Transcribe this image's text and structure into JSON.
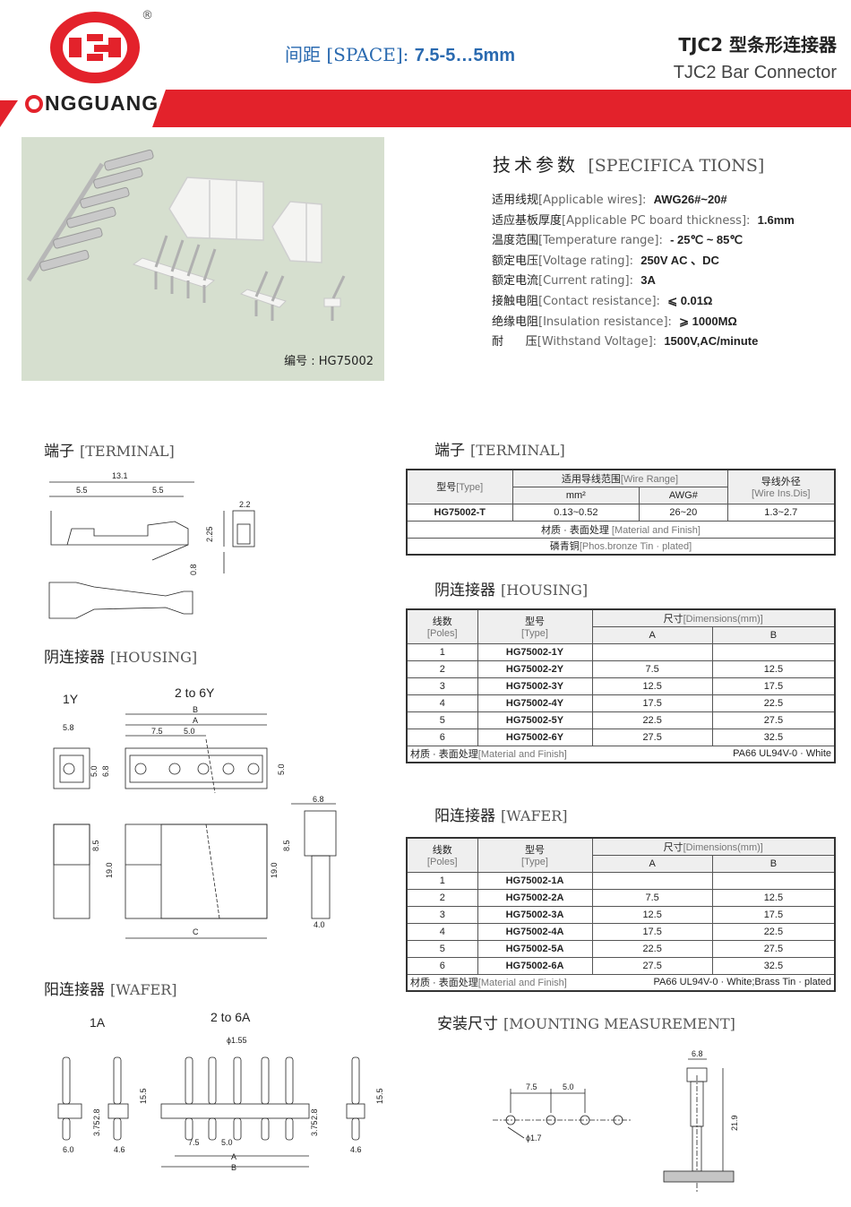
{
  "header": {
    "brand_rest": "NGGUANG",
    "reg_mark": "®",
    "spacing_prefix": "间距 [SPACE]:",
    "spacing_value": "7.5-5…5mm",
    "title_cn": "TJC2 型条形连接器",
    "title_en": "TJC2  Bar Connector",
    "brand_color": "#e3222b"
  },
  "photo": {
    "label": "编号 : HG75002"
  },
  "specs": {
    "title_cn": "技术参数",
    "title_en": "[SPECIFICA TIONS]",
    "items": [
      {
        "cn": "适用线规",
        "en": "[Applicable wires]:",
        "value": "AWG26#~20#"
      },
      {
        "cn": "适应基板厚度",
        "en": "[Applicable PC board thickness]:",
        "value": "1.6mm"
      },
      {
        "cn": "温度范围",
        "en": "[Temperature range]:",
        "value": "- 25℃ ~ 85℃"
      },
      {
        "cn": "额定电压",
        "en": "[Voltage rating]:",
        "value": "250V  AC 、DC"
      },
      {
        "cn": "额定电流",
        "en": "[Current rating]:",
        "value": "3A"
      },
      {
        "cn": "接触电阻",
        "en": "[Contact resistance]:",
        "value": "⩽ 0.01Ω"
      },
      {
        "cn": "绝缘电阻",
        "en": "[Insulation resistance]:",
        "value": "⩾ 1000MΩ"
      },
      {
        "cn": "耐      压",
        "en": "[Withstand Voltage]:",
        "value": "1500V,AC/minute"
      }
    ]
  },
  "sections": {
    "terminal_left": {
      "cn": "端子",
      "en": "[TERMINAL]"
    },
    "housing_left": {
      "cn": "阴连接器",
      "en": "[HOUSING]"
    },
    "wafer_left": {
      "cn": "阳连接器",
      "en": "[WAFER]"
    },
    "terminal_right": {
      "cn": "端子",
      "en": "[TERMINAL]"
    },
    "housing_right": {
      "cn": "阴连接器",
      "en": "[HOUSING]"
    },
    "wafer_right": {
      "cn": "阳连接器",
      "en": "[WAFER]"
    },
    "mounting": {
      "cn": "安装尺寸",
      "en": "[MOUNTING MEASUREMENT]"
    }
  },
  "terminal_table": {
    "type_cn": "型号",
    "type_en": "[Type]",
    "range_cn": "适用导线范围",
    "range_en": "[Wire Range]",
    "mm_label": "mm²",
    "awg_label": "AWG#",
    "dia_cn": "导线外径",
    "dia_en": "[Wire Ins.Dis]",
    "row": {
      "type": "HG75002-T",
      "mm": "0.13~0.52",
      "awg": "26~20",
      "dia": "1.3~2.7"
    },
    "material_cn": "材质 · 表面处理",
    "material_en": "[Material and Finish]",
    "finish_cn": "磷青铜",
    "finish_en": "[Phos.bronze Tin · plated]"
  },
  "housing_table": {
    "poles_cn": "线数",
    "poles_en": "[Poles]",
    "type_cn": "型号",
    "type_en": "[Type]",
    "dim_cn": "尺寸",
    "dim_en": "[Dimensions(mm)]",
    "col_a": "A",
    "col_b": "B",
    "rows": [
      {
        "poles": "1",
        "type": "HG75002-1Y",
        "a": "",
        "b": ""
      },
      {
        "poles": "2",
        "type": "HG75002-2Y",
        "a": "7.5",
        "b": "12.5"
      },
      {
        "poles": "3",
        "type": "HG75002-3Y",
        "a": "12.5",
        "b": "17.5"
      },
      {
        "poles": "4",
        "type": "HG75002-4Y",
        "a": "17.5",
        "b": "22.5"
      },
      {
        "poles": "5",
        "type": "HG75002-5Y",
        "a": "22.5",
        "b": "27.5"
      },
      {
        "poles": "6",
        "type": "HG75002-6Y",
        "a": "27.5",
        "b": "32.5"
      }
    ],
    "material_cn": "材质 · 表面处理",
    "material_en": "[Material and Finish]",
    "finish": "PA66 UL94V-0 · White"
  },
  "wafer_table": {
    "poles_cn": "线数",
    "poles_en": "[Poles]",
    "type_cn": "型号",
    "type_en": "[Type]",
    "dim_cn": "尺寸",
    "dim_en": "[Dimensions(mm)]",
    "col_a": "A",
    "col_b": "B",
    "rows": [
      {
        "poles": "1",
        "type": "HG75002-1A",
        "a": "",
        "b": ""
      },
      {
        "poles": "2",
        "type": "HG75002-2A",
        "a": "7.5",
        "b": "12.5"
      },
      {
        "poles": "3",
        "type": "HG75002-3A",
        "a": "12.5",
        "b": "17.5"
      },
      {
        "poles": "4",
        "type": "HG75002-4A",
        "a": "17.5",
        "b": "22.5"
      },
      {
        "poles": "5",
        "type": "HG75002-5A",
        "a": "22.5",
        "b": "27.5"
      },
      {
        "poles": "6",
        "type": "HG75002-6A",
        "a": "27.5",
        "b": "32.5"
      }
    ],
    "material_cn": "材质 · 表面处理",
    "material_en": "[Material and Finish]",
    "finish": "PA66 UL94V-0 · White;Brass Tin · plated"
  },
  "drawings": {
    "terminal": {
      "d1": "13.1",
      "d2": "5.5",
      "d3": "5.5",
      "d4": "2.2",
      "d5": "2.25",
      "d6": "0.8"
    },
    "housing": {
      "label_1y": "1Y",
      "label_range": "2 to 6Y",
      "d58": "5.8",
      "d50a": "5.0",
      "d68": "6.8",
      "dB": "B",
      "dA": "A",
      "d75": "7.5",
      "d50b": "5.0",
      "d50c": "5.0",
      "d68top": "6.8",
      "d85a": "8.5",
      "d190a": "19.0",
      "d85b": "8.5",
      "d190b": "19.0",
      "dC": "C",
      "d40": "4.0"
    },
    "wafer": {
      "label_1a": "1A",
      "label_range": "2 to 6A",
      "dphi": "ϕ1.55",
      "d155a": "15.5",
      "d28a": "2.8",
      "d375a": "3.75",
      "d60": "6.0",
      "d46a": "4.6",
      "d75": "7.5",
      "d50": "5.0",
      "dA": "A",
      "dB": "B",
      "d28b": "2.8",
      "d375b": "3.75",
      "d155b": "15.5",
      "d46b": "4.6"
    },
    "mounting": {
      "d75": "7.5",
      "d50": "5.0",
      "dhole": "ϕ1.7",
      "d68": "6.8",
      "d219": "21.9"
    }
  }
}
